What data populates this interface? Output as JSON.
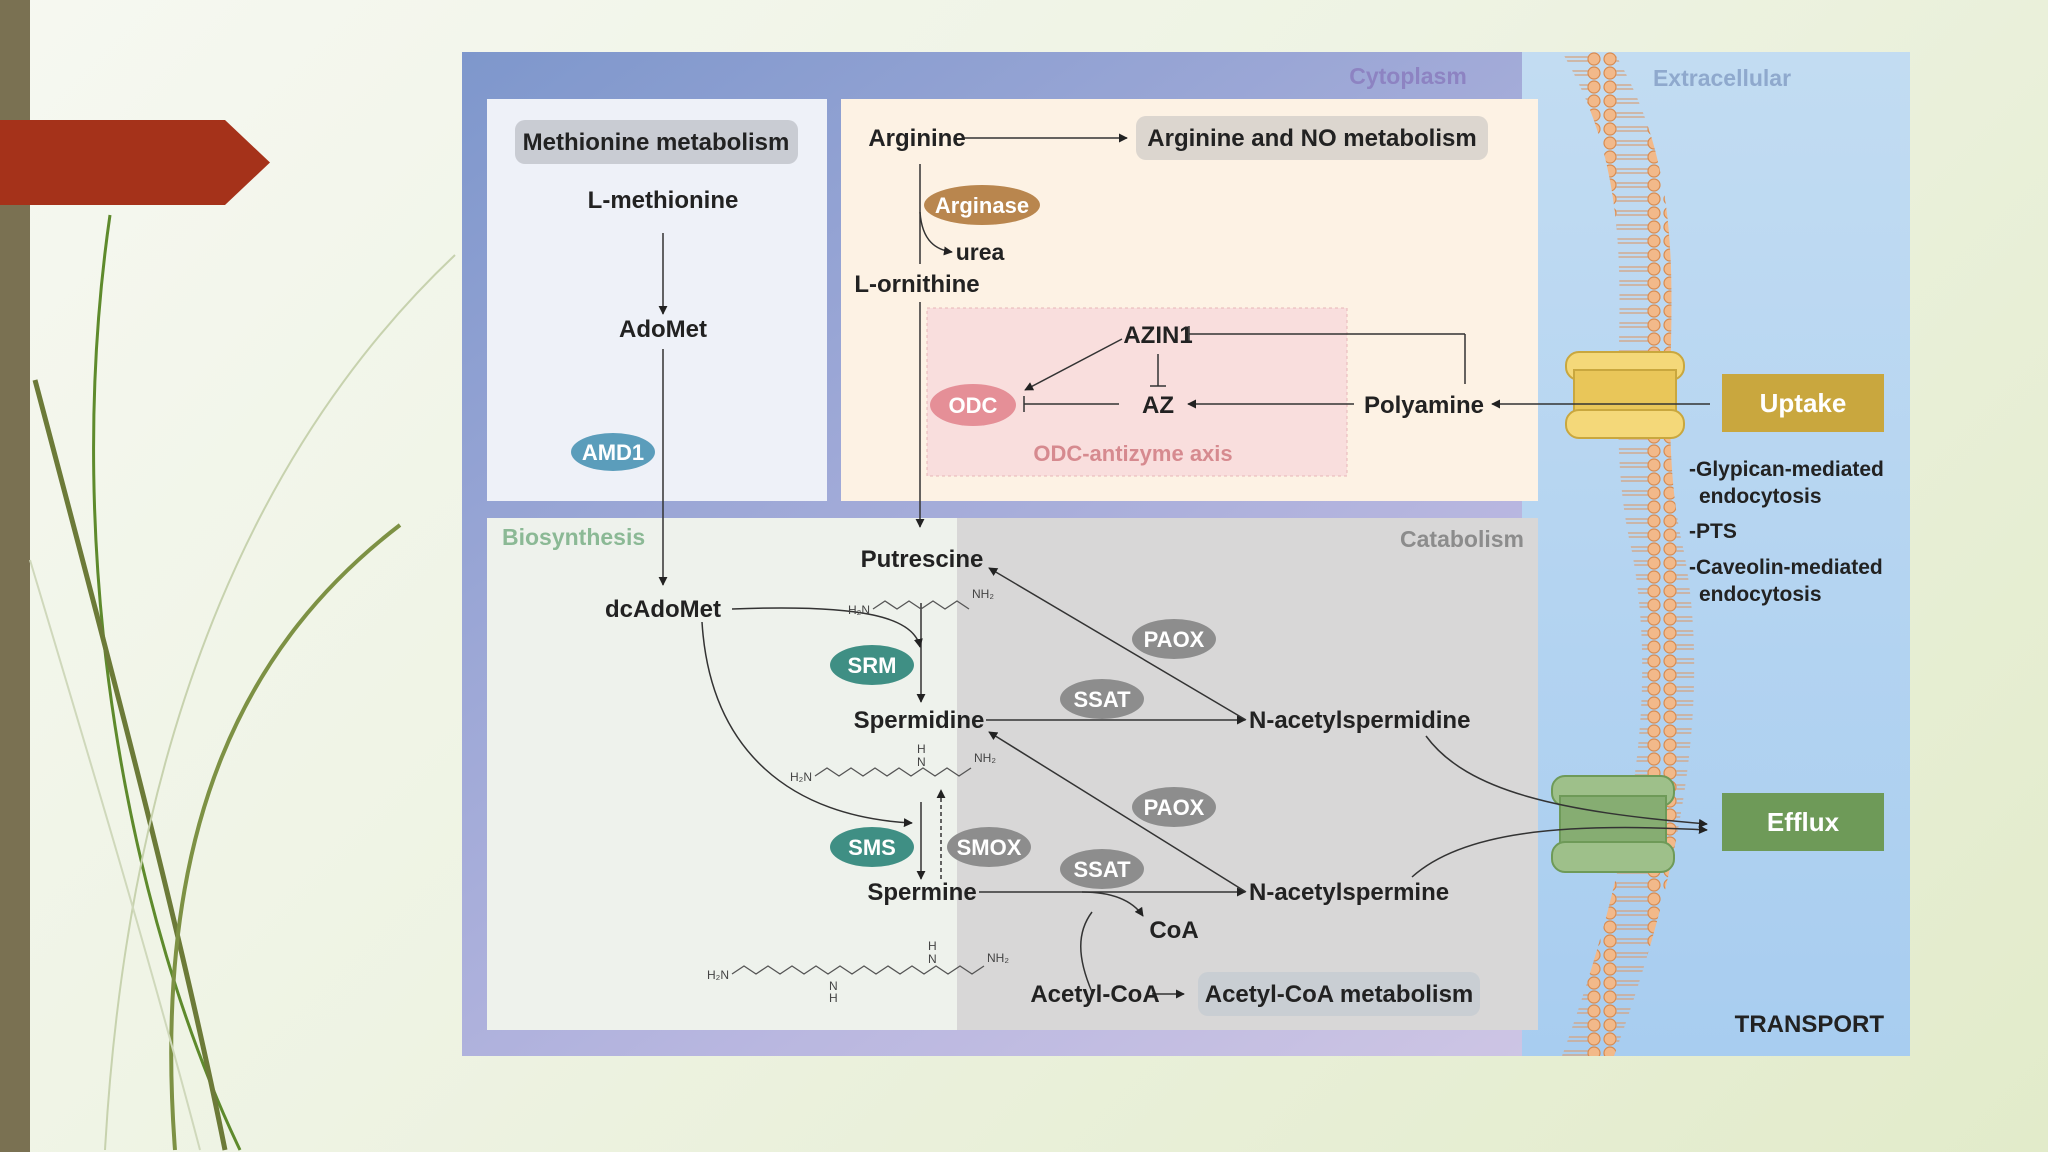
{
  "slide": {
    "accent_color": "#a5321a",
    "sidebar_color": "#7a7152"
  },
  "diagram": {
    "regions": {
      "cytoplasm": "Cytoplasm",
      "extracellular": "Extracellular",
      "biosynthesis": "Biosynthesis",
      "catabolism": "Catabolism",
      "transport": "TRANSPORT"
    },
    "methionine": {
      "title": "Methionine metabolism",
      "l_methionine": "L-methionine",
      "adomet": "AdoMet",
      "amd1": "AMD1",
      "dcadomet": "dcAdoMet"
    },
    "arginine": {
      "arginine": "Arginine",
      "no_box": "Arginine and NO metabolism",
      "arginase": "Arginase",
      "urea": "urea",
      "l_ornithine": "L-ornithine"
    },
    "odc_axis": {
      "azin1": "AZIN1",
      "odc": "ODC",
      "az": "AZ",
      "polyamine": "Polyamine",
      "caption": "ODC-antizyme axis"
    },
    "biosynthesis": {
      "putrescine": "Putrescine",
      "srm": "SRM",
      "spermidine": "Spermidine",
      "sms": "SMS",
      "smox": "SMOX",
      "spermine": "Spermine",
      "h2n": "H₂N",
      "nh2": "NH₂",
      "h": "H",
      "n": "N"
    },
    "catabolism": {
      "paox_1": "PAOX",
      "ssat_1": "SSAT",
      "n_acetylspermidine": "N-acetylspermidine",
      "paox_2": "PAOX",
      "ssat_2": "SSAT",
      "n_acetylspermine": "N-acetylspermine",
      "coa": "CoA",
      "acetyl_coa": "Acetyl-CoA",
      "acetyl_coa_box": "Acetyl-CoA metabolism"
    },
    "transport": {
      "uptake": "Uptake",
      "uptake_items": [
        "-Glypican-mediated",
        "endocytosis",
        "-PTS",
        "-Caveolin-mediated",
        "endocytosis"
      ],
      "efflux": "Efflux"
    },
    "colors": {
      "teal_enzyme": "#3f8f84",
      "blue_enzyme": "#5b9dbb",
      "grey_enzyme": "#8d8d8d",
      "arginase": "#b9864e",
      "odc": "#e58f97",
      "uptake": "#c9a73e",
      "efflux": "#6e9a58",
      "region_label_green": "#8bb995",
      "region_label_grey": "#8c8c8c",
      "region_label_purple": "#8d83c2",
      "region_label_blue": "#8fa9cd"
    }
  }
}
